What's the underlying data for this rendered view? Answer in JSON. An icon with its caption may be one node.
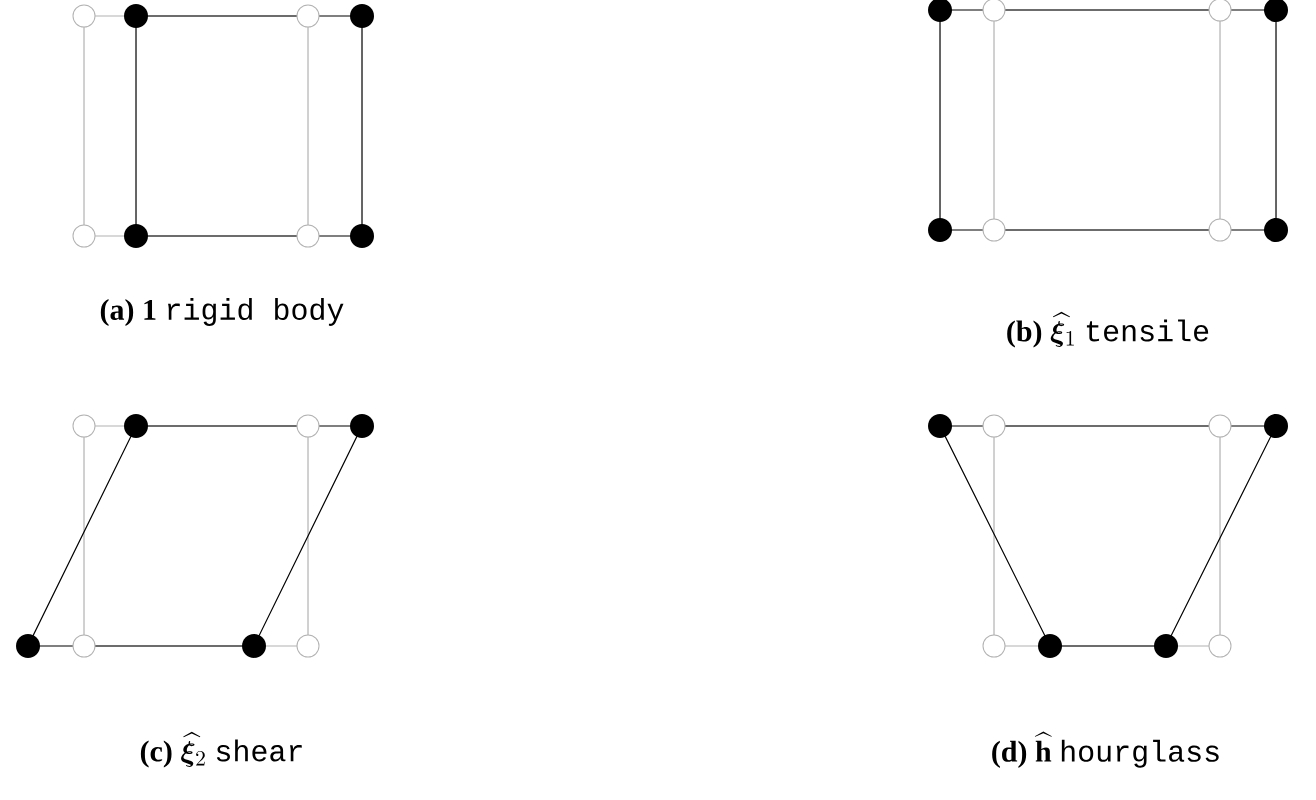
{
  "diagram": {
    "labels": [
      "(a)",
      "\\mathbf{1}",
      "rigid body",
      "(b)",
      "\\widehat{\\boldsymbol{\\xi}}_1",
      "tensile",
      "(c)",
      "\\widehat{\\boldsymbol{\\xi}}_2",
      "shear",
      "(d)",
      "\\widehat{\\mathbf{h}}",
      "hourglass"
    ]
  }
}
